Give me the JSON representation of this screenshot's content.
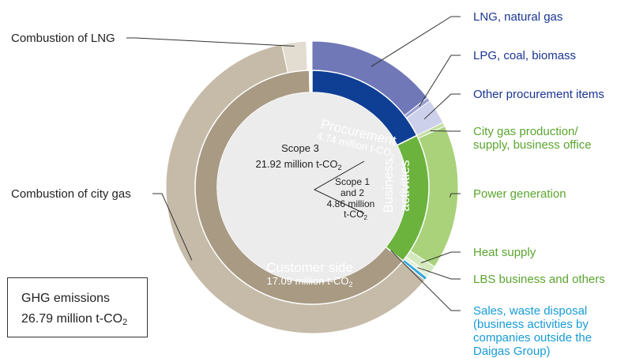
{
  "colors": {
    "lng": "#7078b8",
    "lpg": "#9ea2d2",
    "other_proc": "#cdd0ea",
    "city_gas_prod": "#c5dea4",
    "power": "#a9d27a",
    "heat": "#d4e8bd",
    "lbs": "#e4f0d6",
    "sales": "#2ea7dc",
    "comb_city": "#c6bba8",
    "comb_lng": "#e2ddd0",
    "procurement": "#0f3f94",
    "business": "#6cb33e",
    "customer": "#a89a83",
    "center": "#ececec",
    "label_blue": "#1a3591",
    "label_green": "#5aa52e",
    "label_cyan": "#169bd6",
    "label_dark": "#222222"
  },
  "total": {
    "line1": "GHG emissions",
    "value": "26.79",
    "unit": "million t-CO",
    "sub": "2"
  },
  "center": {
    "scope3_title": "Scope 3",
    "scope3_value": "21.92 million t-CO",
    "scope3_sub": "2",
    "scope12_line1": "Scope 1",
    "scope12_line2": "and 2",
    "scope12_line3": "4.86 million",
    "scope12_line4": "t-CO",
    "scope12_sub": "2"
  },
  "inner_labels": {
    "procurement_name": "Procurement",
    "procurement_value": "4.74 million t-CO",
    "procurement_sub": "2",
    "business_line1": "Business",
    "business_line2": "activities",
    "customer_name": "Customer side",
    "customer_value": "17.09 million t-CO",
    "customer_sub": "2"
  },
  "chart_data": {
    "type": "pie",
    "unit": "million t-CO2",
    "total": 26.79,
    "inner": [
      {
        "name": "Procurement",
        "value": 4.74
      },
      {
        "name": "Business activities",
        "value": 4.86
      },
      {
        "name": "Customer side",
        "value": 17.09
      }
    ],
    "outer": [
      {
        "name": "LNG, natural gas",
        "group": "Procurement",
        "value": 3.88,
        "color_key": "lng"
      },
      {
        "name": "LPG, coal, biomass",
        "group": "Procurement",
        "value": 0.12,
        "color_key": "lpg"
      },
      {
        "name": "Other procurement items",
        "group": "Procurement",
        "value": 0.74,
        "color_key": "other_proc"
      },
      {
        "name": "City gas production/ supply, business office",
        "group": "Business activities",
        "value": 0.12,
        "color_key": "city_gas_prod"
      },
      {
        "name": "Power generation",
        "group": "Business activities",
        "value": 4.29,
        "color_key": "power"
      },
      {
        "name": "Heat supply",
        "group": "Business activities",
        "value": 0.26,
        "color_key": "heat"
      },
      {
        "name": "LBS business and others",
        "group": "Business activities",
        "value": 0.12,
        "color_key": "lbs"
      },
      {
        "name": "Sales, waste disposal (business activities by companies outside the Daigas Group)",
        "group": "Customer side",
        "value": 0.1,
        "color_key": "sales"
      },
      {
        "name": "Combustion of city gas",
        "group": "Customer side",
        "value": 16.27,
        "color_key": "comb_city"
      },
      {
        "name": "Combustion of LNG",
        "group": "Customer side",
        "value": 0.72,
        "color_key": "comb_lng"
      }
    ],
    "legend_labels": [
      {
        "text": "LNG, natural gas",
        "color_key": "label_blue"
      },
      {
        "text": "LPG, coal, biomass",
        "color_key": "label_blue"
      },
      {
        "text": "Other procurement items",
        "color_key": "label_blue"
      },
      {
        "text": "City gas production/",
        "text2": "supply, business office",
        "color_key": "label_green"
      },
      {
        "text": "Power generation",
        "color_key": "label_green"
      },
      {
        "text": "Heat supply",
        "color_key": "label_green"
      },
      {
        "text": "LBS business and others",
        "color_key": "label_green"
      },
      {
        "text": "Sales, waste disposal",
        "text2": " (business activities by",
        "text3": "companies outside the",
        "text4": "Daigas Group)",
        "color_key": "label_cyan"
      },
      {
        "text": "Combustion of city gas",
        "color_key": "label_dark"
      },
      {
        "text": "Combustion of LNG",
        "color_key": "label_dark"
      }
    ]
  }
}
